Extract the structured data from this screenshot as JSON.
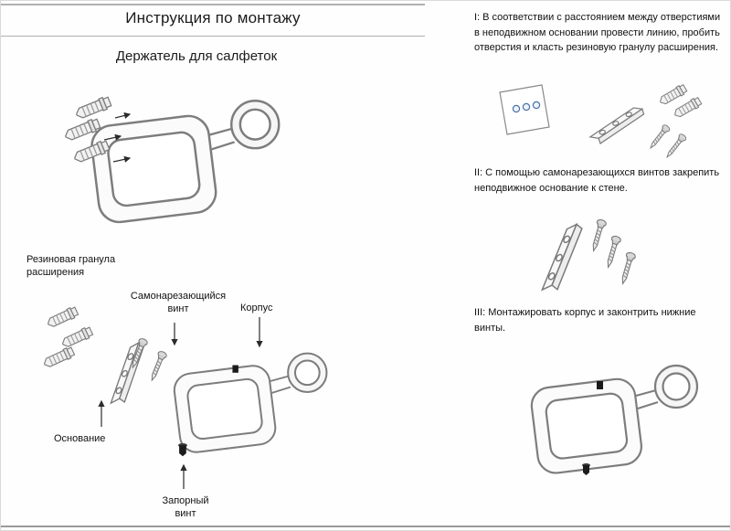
{
  "page": {
    "title": "Инструкция по монтажу",
    "subtitle": "Держатель для салфеток"
  },
  "parts": {
    "rubber_plug_label": "Резиновая гранула расширения",
    "screw_label": "Самонарезающийся винт",
    "body_label": "Корпус",
    "base_label": "Основание",
    "locking_screw_label": "Запорный винт"
  },
  "steps": [
    {
      "numeral": "I:",
      "text": "В соответствии с расстоянием между отверстиями в неподвижном основании провести линию, пробить отверстия и класть резиновую гранулу расширения."
    },
    {
      "numeral": "II:",
      "text": "С помощью самонарезающихся винтов закрепить неподвижное основание к стене."
    },
    {
      "numeral": "III:",
      "text": "Монтажировать корпус и законтрить нижние винты."
    }
  ]
}
